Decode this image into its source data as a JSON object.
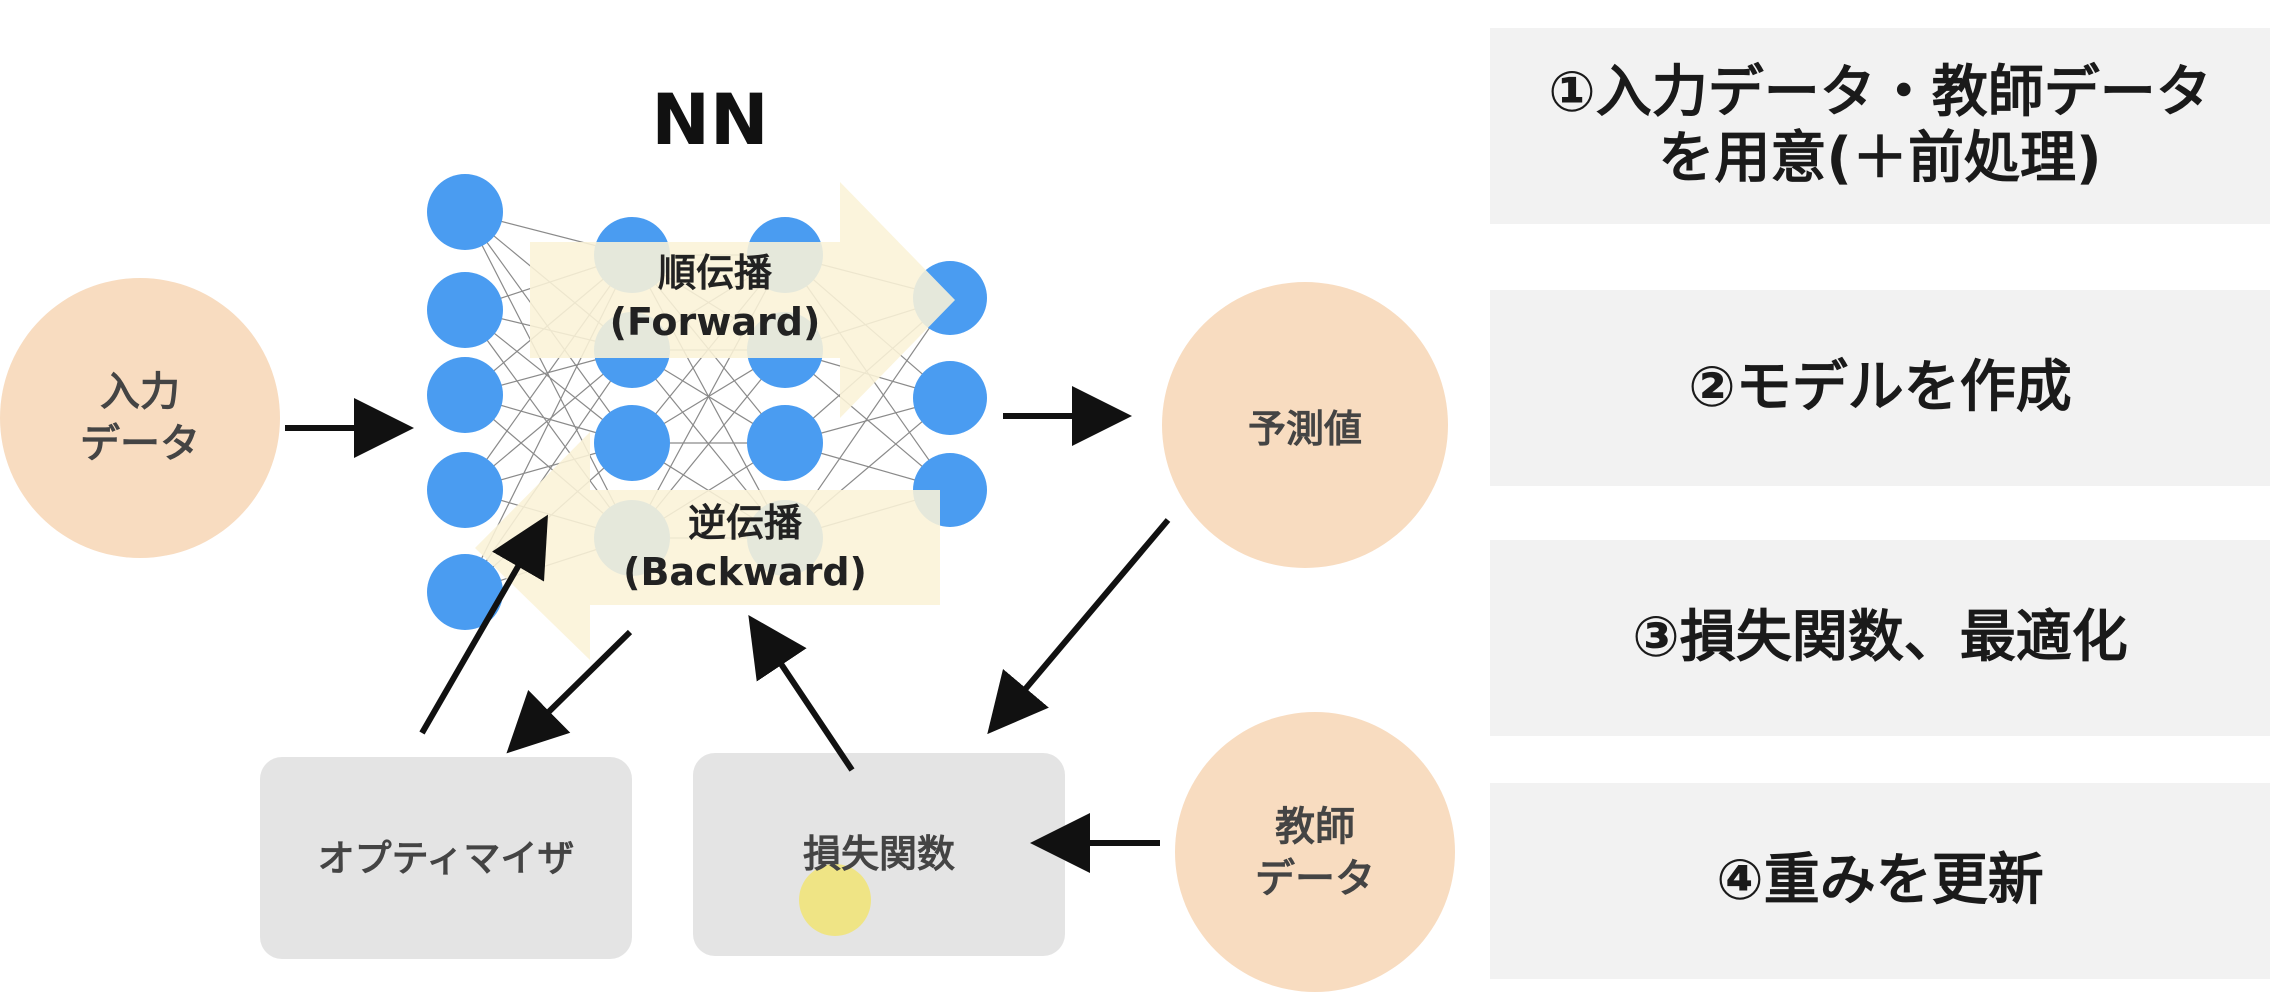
{
  "diagram": {
    "nn_title": "NN",
    "forward_label": "順伝播\n(Forward)",
    "backward_label": "逆伝播\n(Backward)",
    "input_data_label": "入力\nデータ",
    "prediction_label": "予測値",
    "teacher_data_label": "教師\nデータ",
    "optimizer_label": "オプティマイザ",
    "loss_function_label": "損失関数"
  },
  "steps": [
    "①入力データ・教師データ\nを用意(＋前処理)",
    "②モデルを作成",
    "③損失関数、最適化",
    "④重みを更新"
  ],
  "colors": {
    "neuron": "#4a9cf1",
    "peach_circle": "#f8dcc0",
    "gray_box": "#e4e4e4",
    "step_box": "#f2f2f2",
    "flow_arrow": "#fbf3d7",
    "cursor_highlight": "#efe37a"
  }
}
